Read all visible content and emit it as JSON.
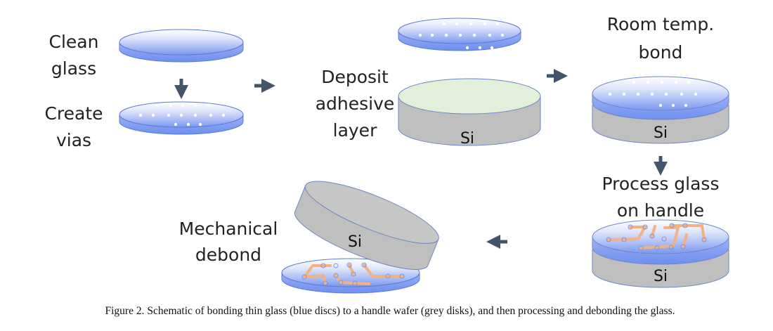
{
  "labels": {
    "clean_glass": [
      "Clean",
      "glass"
    ],
    "create_vias": [
      "Create",
      "vias"
    ],
    "deposit": [
      "Deposit",
      "adhesive",
      "layer"
    ],
    "room_temp": [
      "Room temp.",
      "bond"
    ],
    "process": [
      "Process glass",
      "on handle"
    ],
    "debond": [
      "Mechanical",
      "debond"
    ]
  },
  "si_label": "Si",
  "caption": "Figure 2. Schematic of bonding thin glass (blue discs) to a handle wafer (grey disks), and then processing and debonding the glass.",
  "colors": {
    "glass_blue": "#6f8fef",
    "silicon_grey": "#bfbfbf",
    "adhesive": "#e2efd9",
    "trace": "#f4b183",
    "arrow": "#44546a"
  }
}
